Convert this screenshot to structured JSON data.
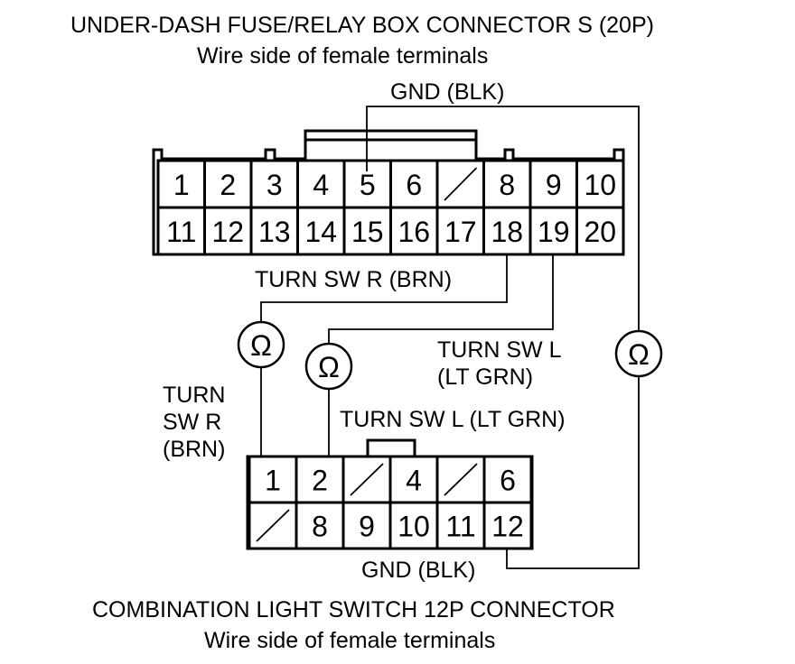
{
  "labels": {
    "top_title": "UNDER-DASH FUSE/RELAY BOX CONNECTOR S (20P)",
    "top_subtitle": "Wire side of female terminals",
    "gnd_top": "GND (BLK)",
    "turn_sw_r_top": "TURN SW R (BRN)",
    "turn_sw_l_mid_line1": "TURN SW L",
    "turn_sw_l_mid_line2": "(LT GRN)",
    "turn_left_line1": "TURN",
    "turn_left_line2": "SW R",
    "turn_left_line3": "(BRN)",
    "turn_sw_l_bottom": "TURN SW L (LT GRN)",
    "gnd_bottom": "GND (BLK)",
    "bottom_title": "COMBINATION LIGHT SWITCH 12P CONNECTOR",
    "bottom_subtitle": "Wire side of female terminals"
  },
  "meter_symbol": "Ω",
  "connector_20p": {
    "row1": [
      "1",
      "2",
      "3",
      "4",
      "5",
      "6",
      "",
      "8",
      "9",
      "10"
    ],
    "row2": [
      "11",
      "12",
      "13",
      "14",
      "15",
      "16",
      "17",
      "18",
      "19",
      "20"
    ]
  },
  "connector_12p": {
    "row1": [
      "1",
      "2",
      "",
      "4",
      "",
      "6"
    ],
    "row2": [
      "",
      "8",
      "9",
      "10",
      "11",
      "12"
    ]
  }
}
